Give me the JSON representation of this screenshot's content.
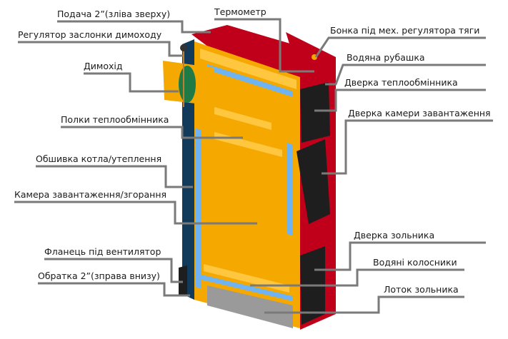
{
  "title": "Будова котла",
  "labels": {
    "supply": "Подача 2”(зліва зверху)",
    "thermometer": "Термометр",
    "flue_damper": "Регулятор заслонки димоходу",
    "draft_boss": "Бонка під мех. регулятора тяги",
    "chimney": "Димохід",
    "water_jacket": "Водяна рубашка",
    "hx_door": "Дверка теплообмінника",
    "hx_shelves": "Полки теплообмінника",
    "load_door": "Дверка камери завантаження",
    "casing": "Обшивка котла/утеплення",
    "chamber": "Камера завантаження/згорання",
    "ash_door": "Дверка зольника",
    "fan_flange": "Фланець під вентилятор",
    "water_grates": "Водяні колосники",
    "return": "Обратка 2”(зправа внизу)",
    "ash_tray": "Лоток зольника"
  },
  "colors": {
    "body": "#f5a800",
    "casing": "#c0001a",
    "jacket": "#6fb4f0",
    "door": "#1e1e1e",
    "tray": "#9a9a9a",
    "damper": "#1f7a45",
    "edge": "#123a5a"
  }
}
